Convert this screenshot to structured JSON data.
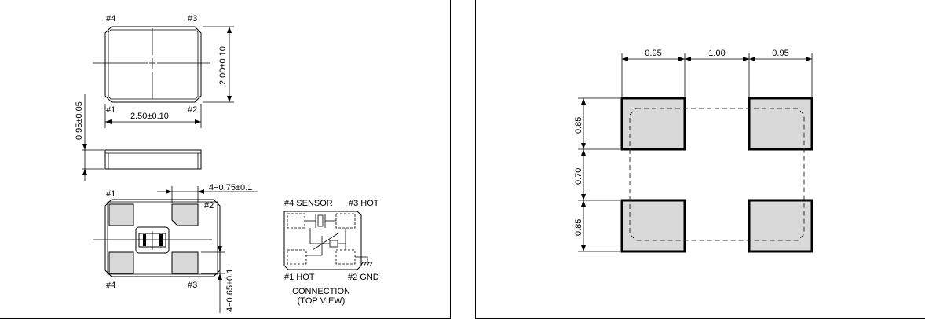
{
  "left": {
    "pins_top": {
      "p4": "#4",
      "p3": "#3",
      "p1": "#1",
      "p2": "#2"
    },
    "dims": {
      "width": "2.50±0.10",
      "height": "2.00±0.10",
      "thickness": "0.95±0.05"
    },
    "bottom": {
      "p1": "#1",
      "p2": "#2",
      "p4": "#4",
      "p3": "#3",
      "pad_width": "4−0.75±0.1",
      "pad_height": "4−0.65±0.1"
    },
    "connection": {
      "sensor": "#4 SENSOR",
      "hot3": "#3 HOT",
      "hot1": "#1 HOT",
      "gnd": "#2 GND",
      "caption1": "CONNECTION",
      "caption2": "(TOP VIEW)"
    }
  },
  "right": {
    "dims": {
      "w1": "0.95",
      "gap": "1.00",
      "w2": "0.95",
      "h1": "0.85",
      "vgap": "0.70",
      "h2": "0.85"
    },
    "colors": {
      "pad_fill": "#d9d9d9"
    }
  }
}
